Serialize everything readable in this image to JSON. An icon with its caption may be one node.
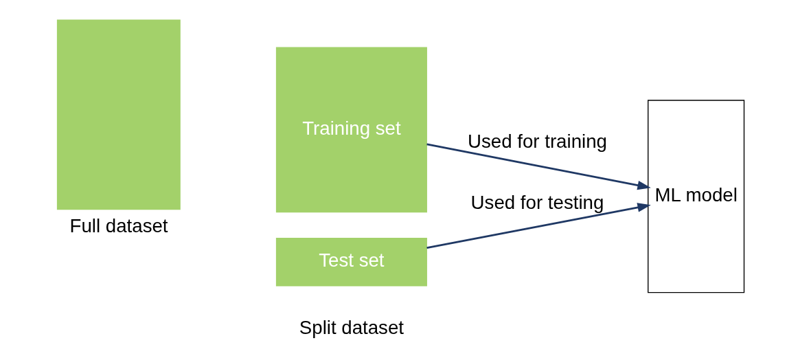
{
  "diagram": {
    "nodes": [
      {
        "text": [],
        "shape": "box",
        "beside": [
          "Full dataset"
        ]
      },
      {
        "text": [
          "Training set"
        ]
      },
      {
        "text": [
          "Test set"
        ]
      },
      {
        "text": [
          "ML model"
        ]
      }
    ],
    "edges": [
      {
        "from": 1,
        "to": 3,
        "arrow": "to",
        "label": "Used for training",
        "color": "#1f3864"
      },
      {
        "from": 2,
        "to": 3,
        "arrow": "to",
        "label": "Used for testing",
        "color": "#1f3864"
      }
    ],
    "labels": [
      "Split dataset"
    ]
  }
}
